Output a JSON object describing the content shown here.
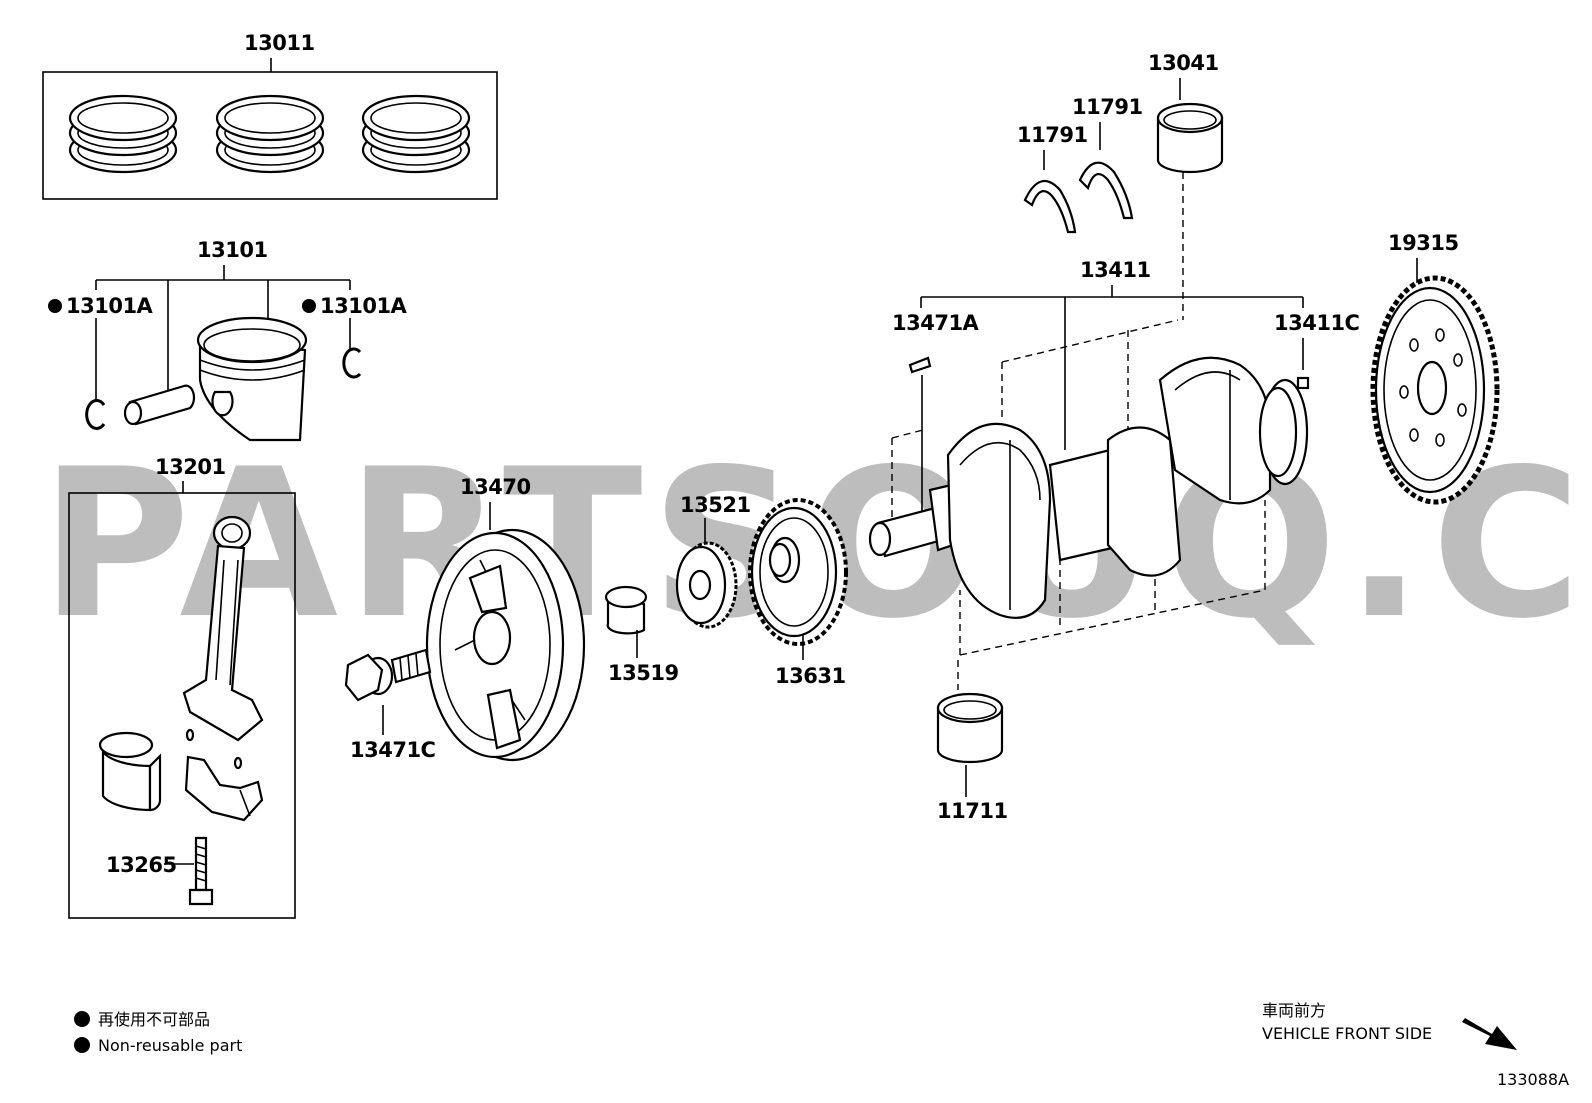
{
  "watermark": "PARTSOUQ.COM",
  "parts": {
    "p13011": "13011",
    "p13101": "13101",
    "p13101A_left": "13101A",
    "p13101A_right": "13101A",
    "p13201": "13201",
    "p13265": "13265",
    "p13470": "13470",
    "p13471C": "13471C",
    "p13519": "13519",
    "p13521": "13521",
    "p13631": "13631",
    "p13041": "13041",
    "p11791_a": "11791",
    "p11791_b": "11791",
    "p13411": "13411",
    "p13471A": "13471A",
    "p13411C": "13411C",
    "p19315": "19315",
    "p11711": "11711"
  },
  "legend": {
    "jp": "再使用不可部品",
    "en": "Non-reusable part"
  },
  "orientation": {
    "jp": "車両前方",
    "en": "VEHICLE FRONT SIDE"
  },
  "diagram_id": "133088A"
}
